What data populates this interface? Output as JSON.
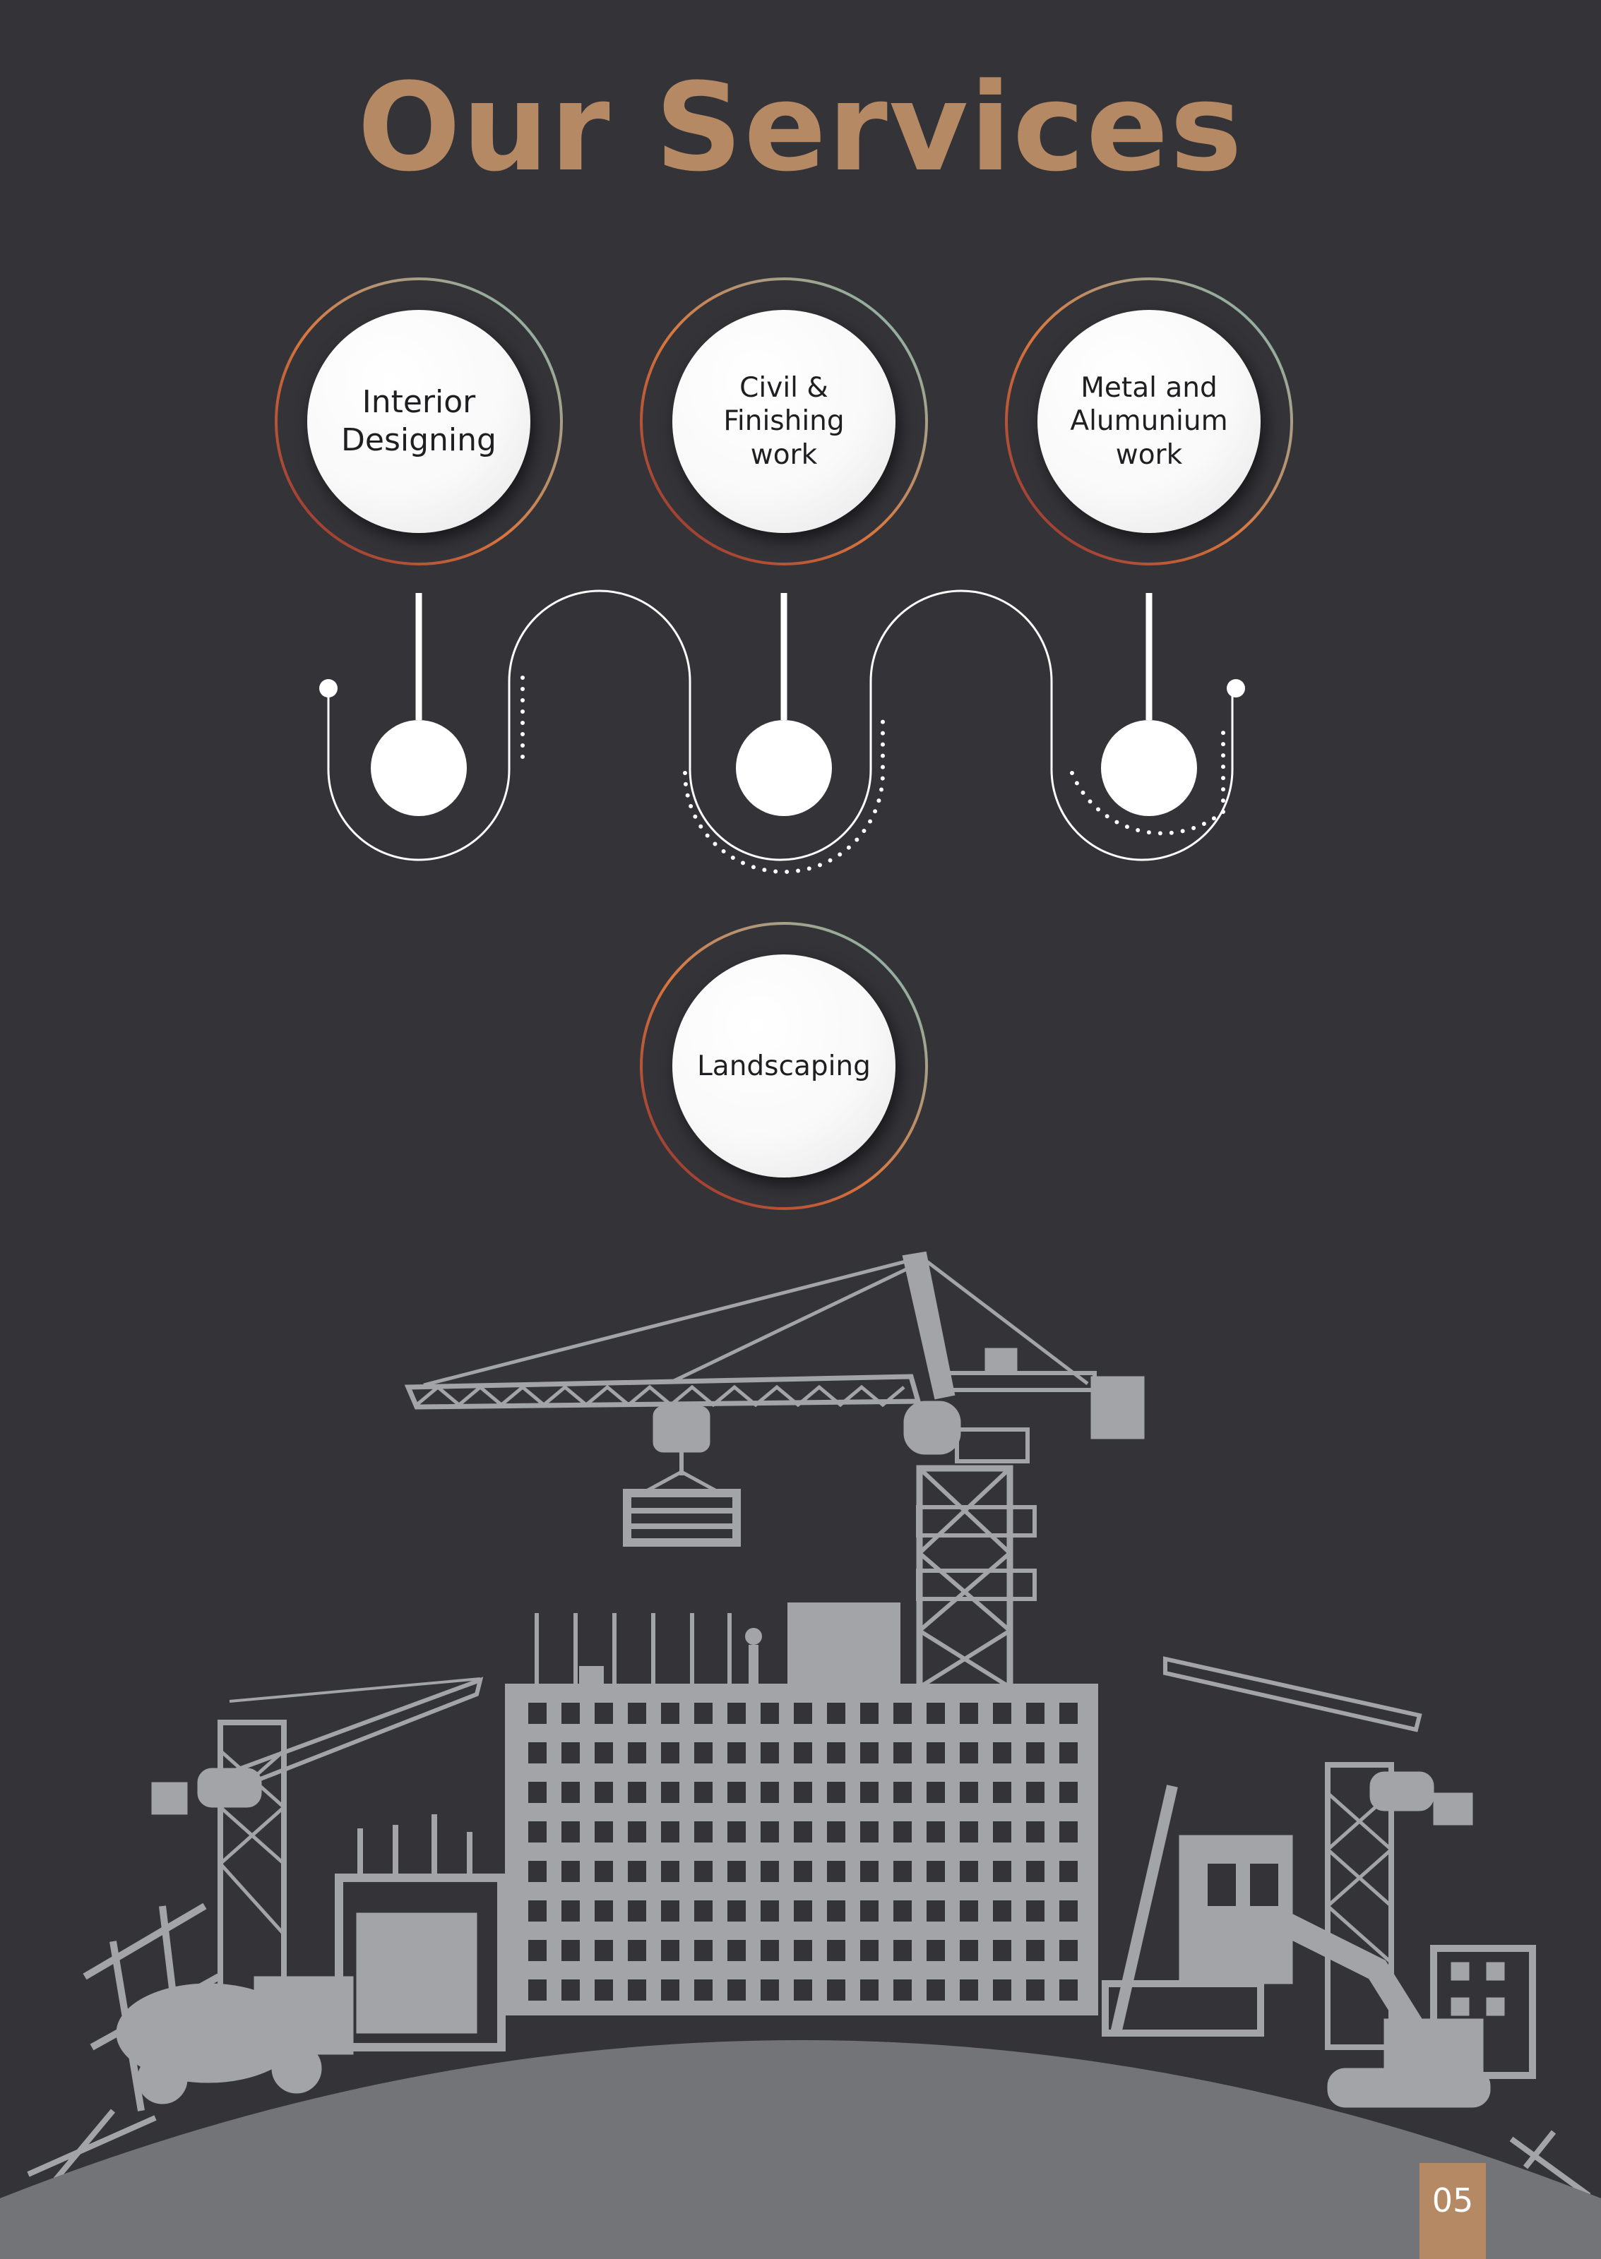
{
  "page": {
    "title": "Our Services",
    "page_number": "05"
  },
  "services": [
    {
      "label": "Interior\nDesigning"
    },
    {
      "label": "Civil &\nFinishing\nwork"
    },
    {
      "label": "Metal and\nAlumunium\nwork"
    },
    {
      "label": "Landscaping"
    }
  ],
  "colors": {
    "background": "#343338",
    "accent": "#b58963",
    "ring_orange": "#d9763e",
    "ring_red": "#8a2a2e",
    "ring_teal": "#7cc3c3",
    "silhouette": "#a2a4a7",
    "ground": "#737477",
    "path_white": "#ffffff"
  },
  "icons": {
    "cranes": "tower-crane-icon",
    "building": "building-under-construction-icon",
    "vehicles": "construction-vehicles-icon"
  }
}
